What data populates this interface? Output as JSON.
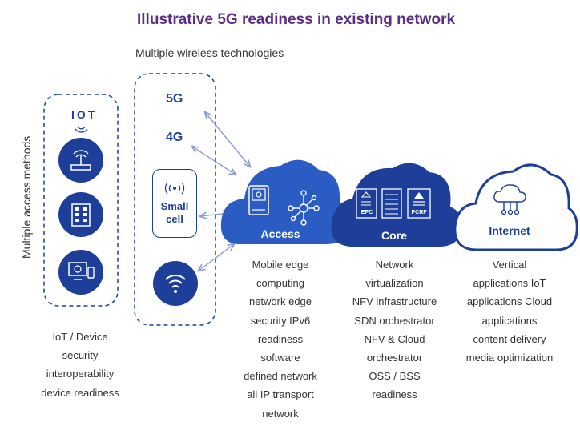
{
  "title": "Illustrative 5G readiness in existing network",
  "subtitle": "Multiple wireless technologies",
  "side_label": "Multiple access methods",
  "iot_label": "IOT",
  "tech": {
    "g5": "5G",
    "g4": "4G",
    "small_cell_line1": "Small",
    "small_cell_line2": "cell"
  },
  "clouds": {
    "access": "Access",
    "core": "Core",
    "internet": "Internet",
    "epc": "EPC",
    "pcrf": "PCRF"
  },
  "descriptions": {
    "device": [
      "IoT / Device",
      "security",
      "interoperability",
      "device readiness"
    ],
    "access": [
      "Mobile edge",
      "computing",
      "network edge",
      "security IPv6",
      "readiness",
      "software",
      "defined network",
      "all IP transport",
      "network"
    ],
    "core": [
      "Network",
      "virtualization",
      "NFV infrastructure",
      "SDN orchestrator",
      "NFV & Cloud",
      "orchestrator",
      "OSS / BSS",
      "readiness"
    ],
    "internet": [
      "Vertical",
      "applications IoT",
      "applications Cloud",
      "applications",
      "content delivery",
      "media optimization"
    ]
  },
  "colors": {
    "title": "#5b2d86",
    "navy": "#1d3f9a",
    "cloud_blue": "#2b5cc4",
    "arrow": "#8f9ad2"
  }
}
